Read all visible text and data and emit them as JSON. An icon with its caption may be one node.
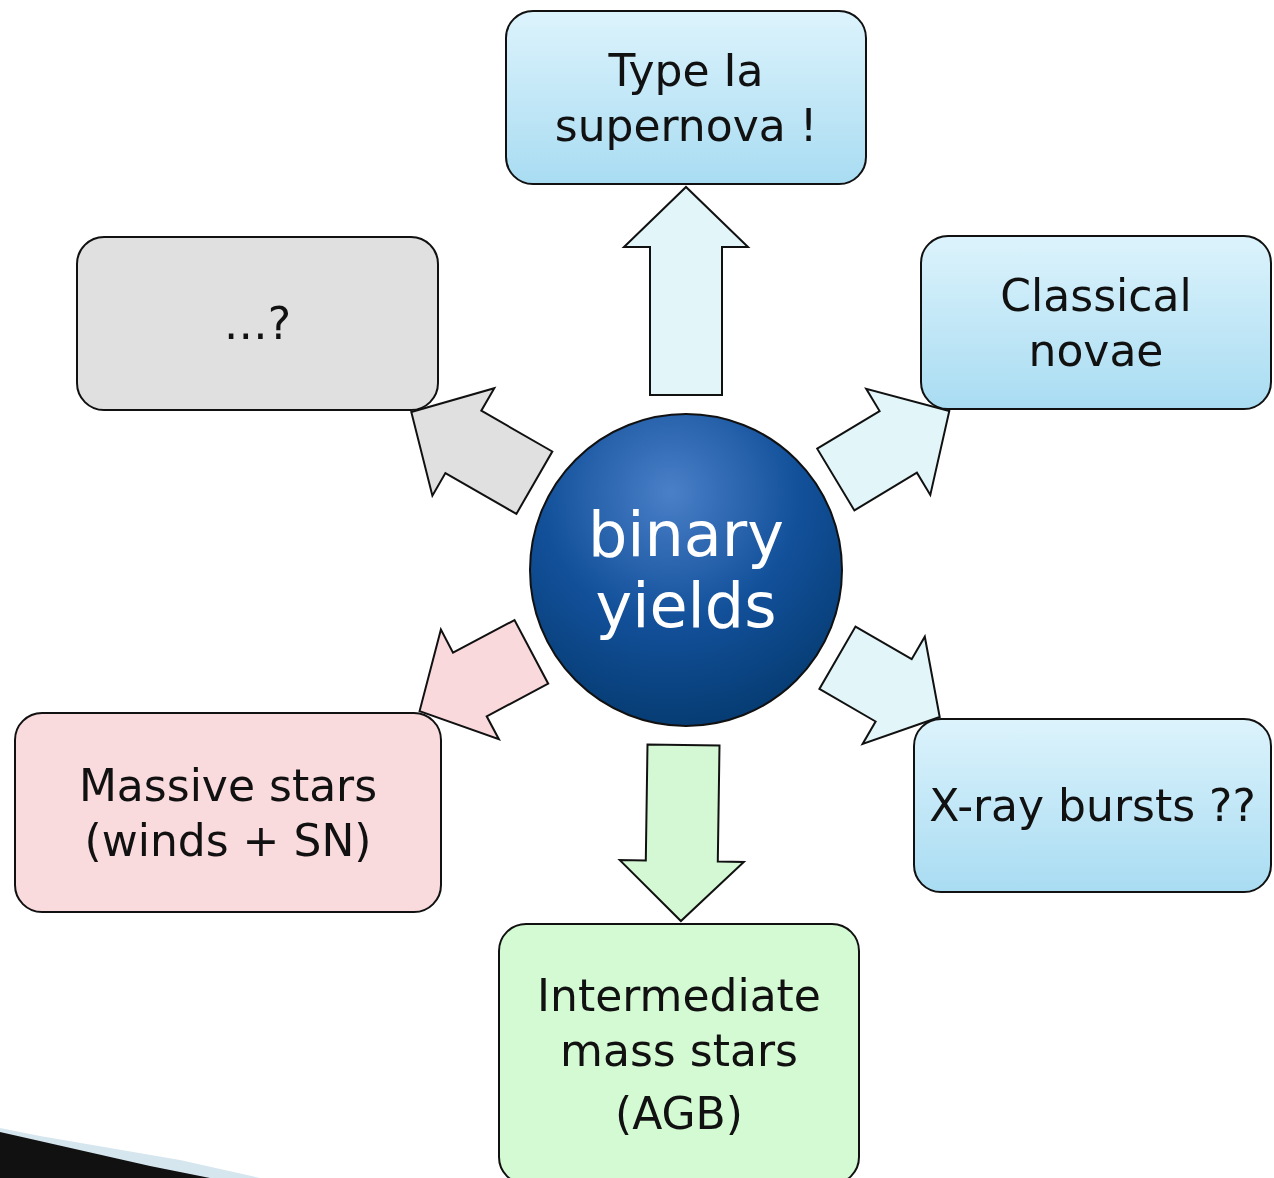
{
  "diagram": {
    "nodes": [
      {
        "text": [
          "binary yields"
        ]
      },
      {
        "text": [
          "Type Ia supernova !"
        ]
      },
      {
        "text": [
          "Classical novae"
        ]
      },
      {
        "text": [
          "X-ray bursts ??"
        ]
      },
      {
        "text": [
          "Intermediate mass stars",
          "(AGB)"
        ]
      },
      {
        "text": [
          "Massive stars (winds + SN)"
        ]
      },
      {
        "text": [
          "…?"
        ]
      }
    ],
    "edges": [
      {
        "from": 0,
        "to": 1,
        "arrow": "to"
      },
      {
        "from": 0,
        "to": 2,
        "arrow": "to"
      },
      {
        "from": 0,
        "to": 3,
        "arrow": "to"
      },
      {
        "from": 0,
        "to": 4,
        "arrow": "to",
        "color": "#d4f8d4"
      },
      {
        "from": 0,
        "to": 5,
        "arrow": "to",
        "color": "#f9d9dc"
      },
      {
        "from": 0,
        "to": 6,
        "arrow": "to",
        "color": "#e0e0e0"
      }
    ]
  }
}
